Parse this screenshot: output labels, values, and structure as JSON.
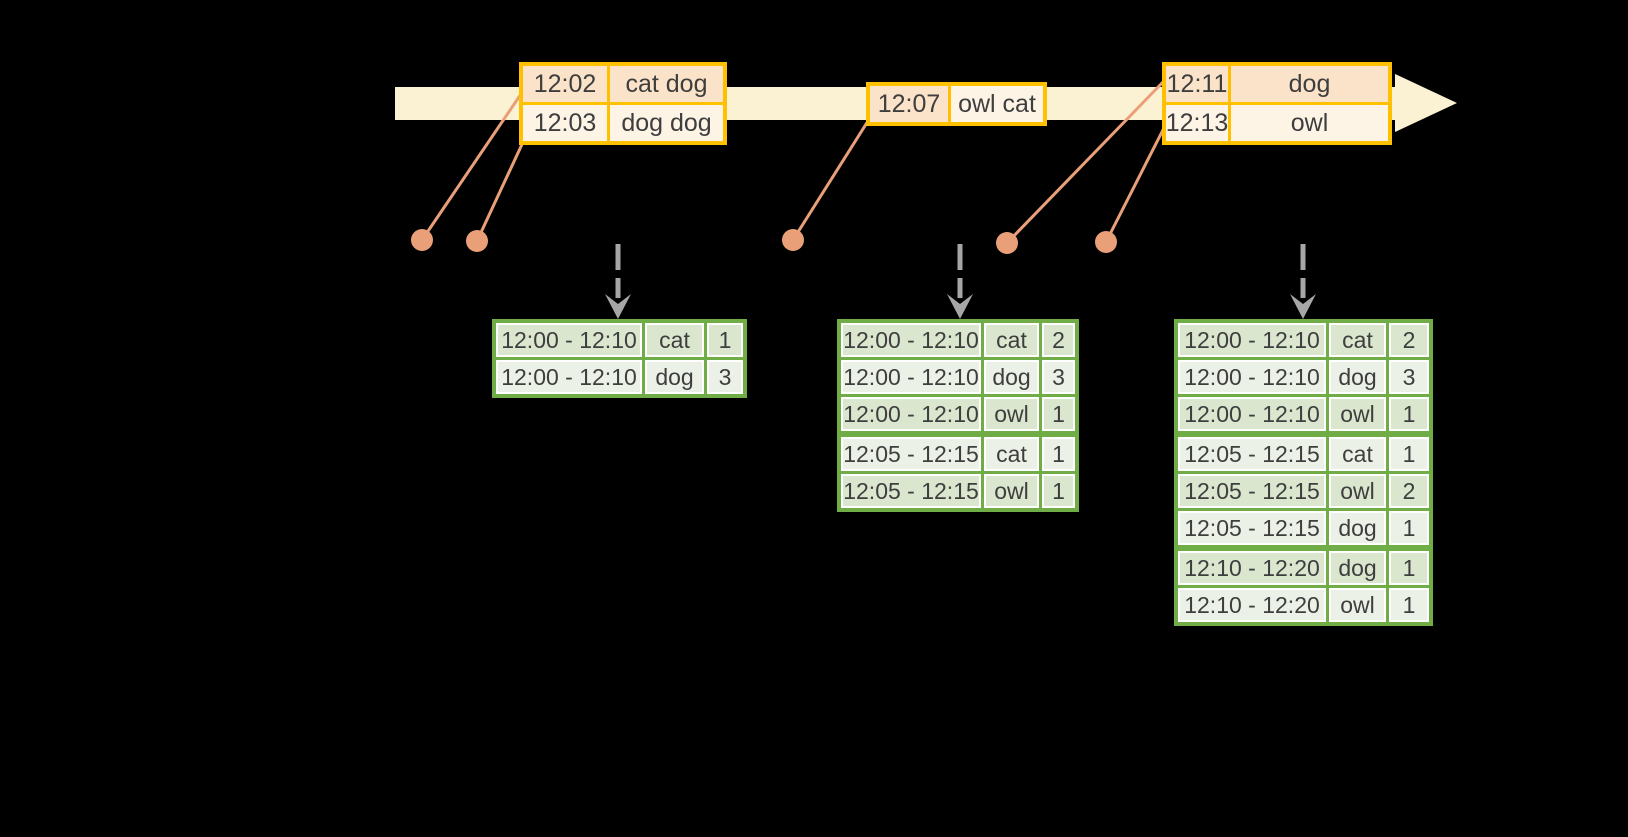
{
  "colors": {
    "background": "#000000",
    "timeline_band": "#FBF2D3",
    "input_table_border": "#FFC000",
    "input_cell_dark": "#FAE3C8",
    "input_cell_light": "#FDF4E6",
    "event_connector": "#E9A079",
    "result_table_border": "#70AD47",
    "result_cell_dark": "#DAE6CE",
    "result_cell_light": "#ECF1E7",
    "trigger_arrow": "#A6A6A6",
    "text": "#3E3E3E"
  },
  "input_batches": [
    {
      "rows": [
        {
          "time": "12:02",
          "words": "cat dog"
        },
        {
          "time": "12:03",
          "words": "dog dog"
        }
      ]
    },
    {
      "rows": [
        {
          "time": "12:07",
          "words": "owl cat"
        }
      ]
    },
    {
      "rows": [
        {
          "time": "12:11",
          "words": "dog"
        },
        {
          "time": "12:13",
          "words": "owl"
        }
      ]
    }
  ],
  "result_tables": [
    {
      "rows": [
        {
          "window": "12:00 - 12:10",
          "word": "cat",
          "count": "1"
        },
        {
          "window": "12:00 - 12:10",
          "word": "dog",
          "count": "3"
        }
      ]
    },
    {
      "rows": [
        {
          "window": "12:00 - 12:10",
          "word": "cat",
          "count": "2"
        },
        {
          "window": "12:00 - 12:10",
          "word": "dog",
          "count": "3"
        },
        {
          "window": "12:00 - 12:10",
          "word": "owl",
          "count": "1"
        },
        {
          "window": "12:05 - 12:15",
          "word": "cat",
          "count": "1"
        },
        {
          "window": "12:05 - 12:15",
          "word": "owl",
          "count": "1"
        }
      ]
    },
    {
      "rows": [
        {
          "window": "12:00 - 12:10",
          "word": "cat",
          "count": "2"
        },
        {
          "window": "12:00 - 12:10",
          "word": "dog",
          "count": "3"
        },
        {
          "window": "12:00 - 12:10",
          "word": "owl",
          "count": "1"
        },
        {
          "window": "12:05 - 12:15",
          "word": "cat",
          "count": "1"
        },
        {
          "window": "12:05 - 12:15",
          "word": "owl",
          "count": "2"
        },
        {
          "window": "12:05 - 12:15",
          "word": "dog",
          "count": "1"
        },
        {
          "window": "12:10 - 12:20",
          "word": "dog",
          "count": "1"
        },
        {
          "window": "12:10 - 12:20",
          "word": "owl",
          "count": "1"
        }
      ]
    }
  ]
}
